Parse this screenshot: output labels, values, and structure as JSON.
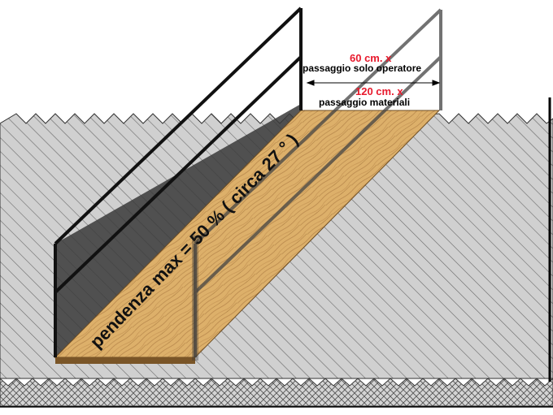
{
  "labels": {
    "width_operator": "60 cm.  x",
    "caption_operator": "passaggio solo operatore",
    "width_materials": "120 cm.  x",
    "caption_materials": "passaggio materiali",
    "slope": "pendenza max = 50 % ( circa 27 ° )"
  },
  "colors": {
    "dimension_red": "#e8192c",
    "wood_light": "#e2b774",
    "wood_dark": "#b7884a",
    "hatch": "#555555",
    "ground": "#cfcfcf",
    "rail": "#111111"
  }
}
